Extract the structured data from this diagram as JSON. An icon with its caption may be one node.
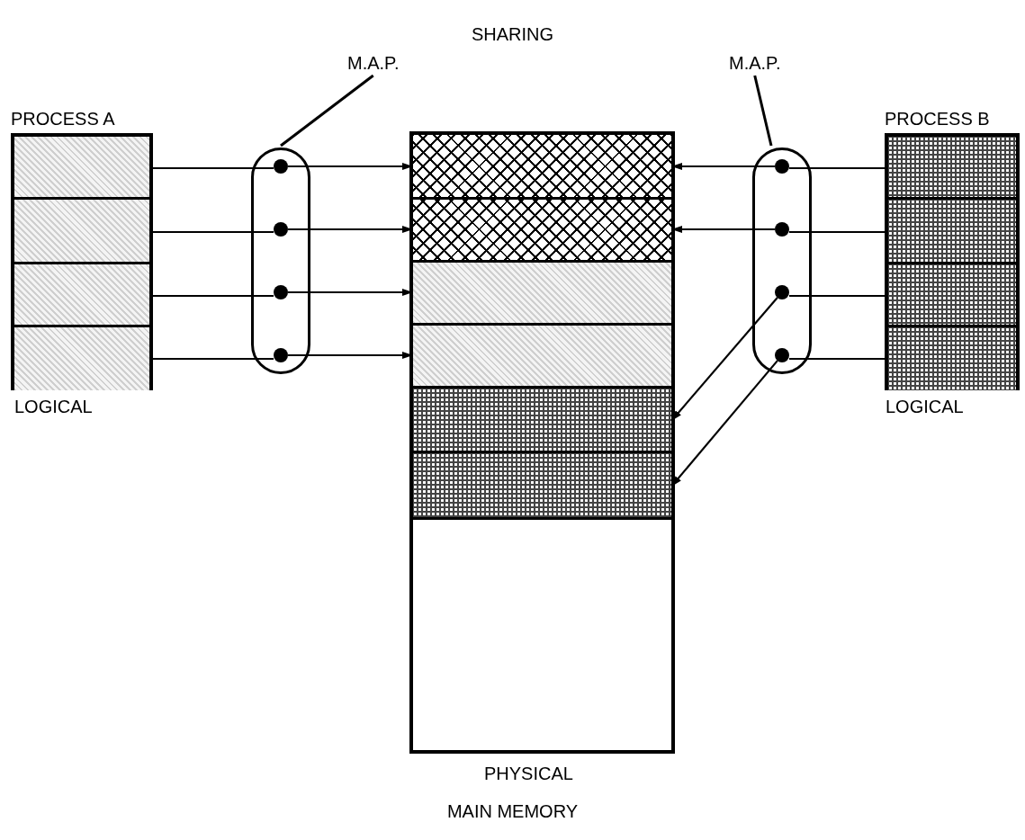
{
  "diagram": {
    "title": "SHARING",
    "caption": "MAIN MEMORY",
    "nodes": [
      {
        "text": [
          "PROCESS A"
        ],
        "beside": [
          "LOGICAL"
        ]
      },
      {
        "text": [],
        "shape": "box",
        "in": 0
      },
      {
        "text": [],
        "shape": "box",
        "in": 0
      },
      {
        "text": [],
        "shape": "box",
        "in": 0
      },
      {
        "text": [],
        "shape": "box",
        "in": 0
      },
      {
        "text": [
          "M.A.P."
        ]
      },
      {
        "text": [],
        "shape": "oval"
      },
      {
        "text": [],
        "shape": "circle",
        "in": 6
      },
      {
        "text": [],
        "shape": "circle",
        "in": 6
      },
      {
        "text": [],
        "shape": "circle",
        "in": 6
      },
      {
        "text": [],
        "shape": "circle",
        "in": 6
      },
      {
        "text": [],
        "shape": "box",
        "beside": [
          "PHYSICAL"
        ]
      },
      {
        "text": [],
        "shape": "box",
        "in": 11
      },
      {
        "text": [],
        "shape": "box",
        "in": 11
      },
      {
        "text": [],
        "shape": "box",
        "in": 11
      },
      {
        "text": [],
        "shape": "box",
        "in": 11
      },
      {
        "text": [],
        "shape": "box",
        "in": 11
      },
      {
        "text": [],
        "shape": "box",
        "in": 11
      },
      {
        "text": [
          "M.A.P."
        ]
      },
      {
        "text": [],
        "shape": "oval"
      },
      {
        "text": [],
        "shape": "circle",
        "in": 19
      },
      {
        "text": [],
        "shape": "circle",
        "in": 19
      },
      {
        "text": [],
        "shape": "circle",
        "in": 19
      },
      {
        "text": [],
        "shape": "circle",
        "in": 19
      },
      {
        "text": [
          "PROCESS B"
        ],
        "beside": [
          "LOGICAL"
        ]
      },
      {
        "text": [],
        "shape": "box",
        "in": 24
      },
      {
        "text": [],
        "shape": "box",
        "in": 24
      },
      {
        "text": [],
        "shape": "box",
        "in": 24
      },
      {
        "text": [],
        "shape": "box",
        "in": 24
      }
    ],
    "edges": [
      {
        "from": 1,
        "to": 7,
        "arrow": "none"
      },
      {
        "from": 7,
        "to": 12,
        "arrow": "to"
      },
      {
        "from": 2,
        "to": 8,
        "arrow": "none"
      },
      {
        "from": 8,
        "to": 13,
        "arrow": "to"
      },
      {
        "from": 3,
        "to": 9,
        "arrow": "none"
      },
      {
        "from": 9,
        "to": 14,
        "arrow": "to"
      },
      {
        "from": 4,
        "to": 10,
        "arrow": "none"
      },
      {
        "from": 10,
        "to": 15,
        "arrow": "to"
      },
      {
        "from": 25,
        "to": 20,
        "arrow": "none"
      },
      {
        "from": 20,
        "to": 12,
        "arrow": "to"
      },
      {
        "from": 26,
        "to": 21,
        "arrow": "none"
      },
      {
        "from": 21,
        "to": 13,
        "arrow": "to"
      },
      {
        "from": 27,
        "to": 22,
        "arrow": "none"
      },
      {
        "from": 22,
        "to": 16,
        "arrow": "to"
      },
      {
        "from": 28,
        "to": 23,
        "arrow": "none"
      },
      {
        "from": 23,
        "to": 17,
        "arrow": "to"
      },
      {
        "from": 5,
        "to": 6,
        "arrow": "none"
      },
      {
        "from": 18,
        "to": 19,
        "arrow": "none"
      }
    ]
  }
}
